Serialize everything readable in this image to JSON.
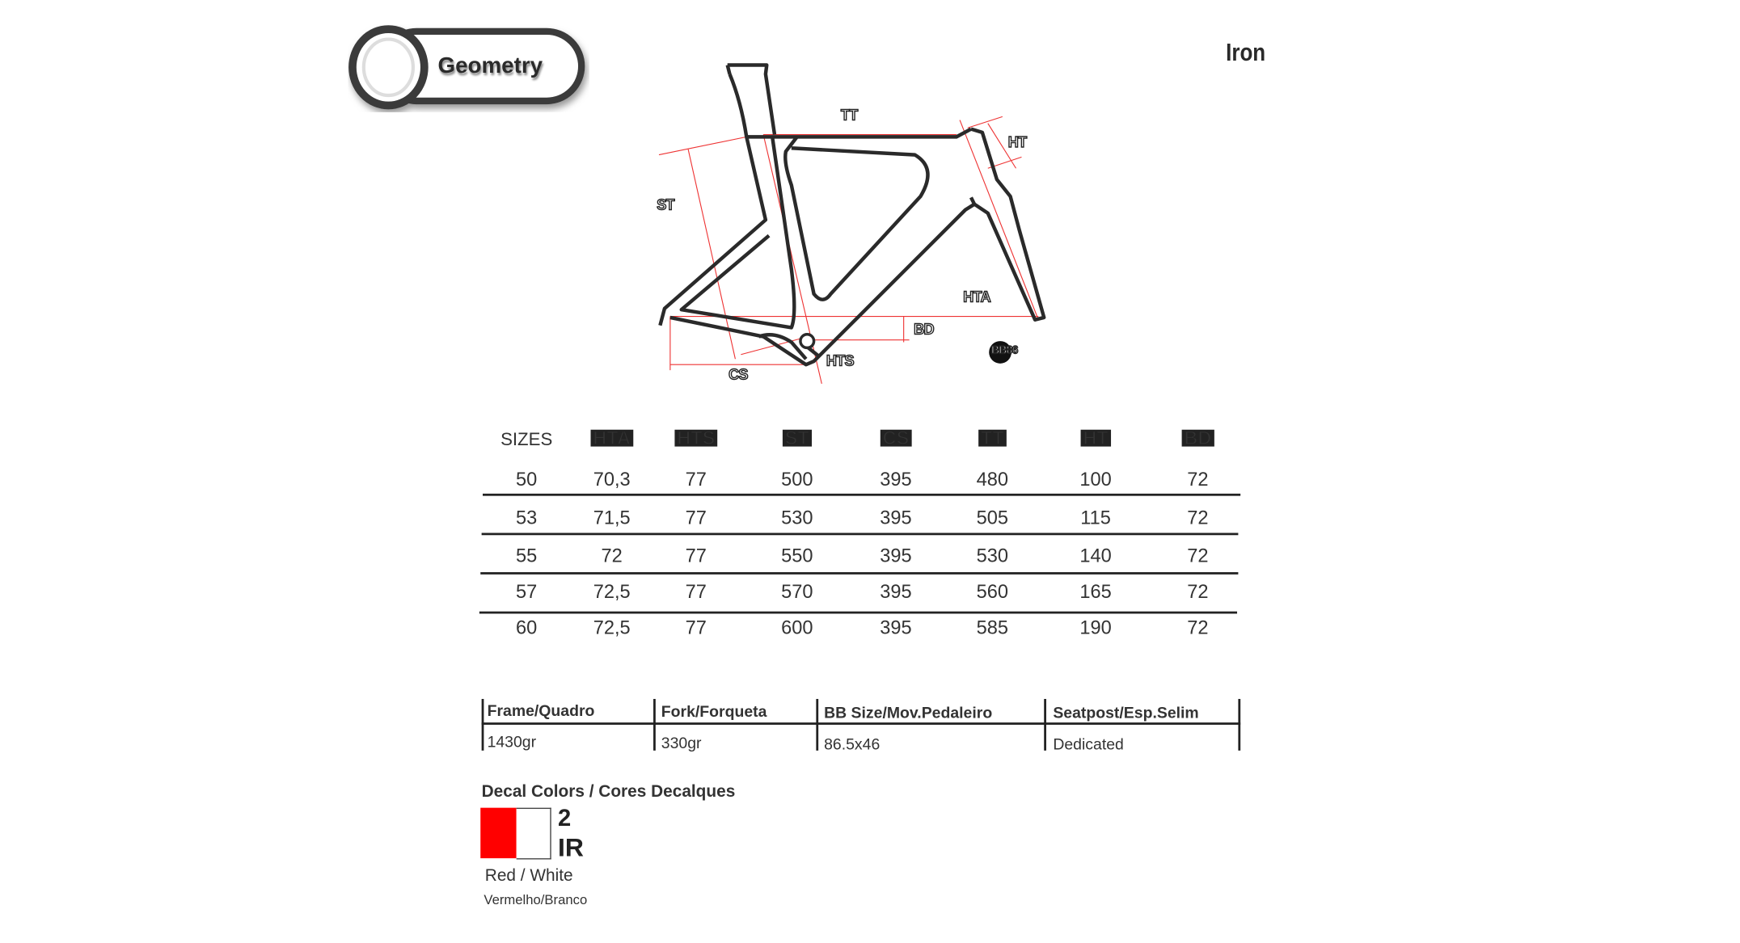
{
  "header": {
    "badge_title": "Geometry",
    "model": "Iron"
  },
  "diagram_labels": {
    "tt": "TT",
    "ht": "HT",
    "st": "ST",
    "hta": "HTA",
    "bd": "BD",
    "hts": "HTS",
    "cs": "CS",
    "bb": "BB86"
  },
  "geometry_table": {
    "columns": [
      "SIZES",
      "HTA",
      "HTS",
      "ST",
      "CS",
      "TT",
      "HT",
      "BD"
    ],
    "rows": [
      [
        "50",
        "70,3",
        "77",
        "500",
        "395",
        "480",
        "100",
        "72"
      ],
      [
        "53",
        "71,5",
        "77",
        "530",
        "395",
        "505",
        "115",
        "72"
      ],
      [
        "55",
        "72",
        "77",
        "550",
        "395",
        "530",
        "140",
        "72"
      ],
      [
        "57",
        "72,5",
        "77",
        "570",
        "395",
        "560",
        "165",
        "72"
      ],
      [
        "60",
        "72,5",
        "77",
        "600",
        "395",
        "585",
        "190",
        "72"
      ]
    ]
  },
  "specs": {
    "headers": [
      "Frame/Quadro",
      "Fork/Forqueta",
      "BB Size/Mov.Pedaleiro",
      "Seatpost/Esp.Selim"
    ],
    "values": [
      "1430gr",
      "330gr",
      "86.5x46",
      "Dedicated"
    ]
  },
  "decal": {
    "title": "Decal Colors / Cores Decalques",
    "number": "2",
    "code": "IR",
    "name_en": "Red / White",
    "name_pt": "Vermelho/Branco",
    "colors": [
      "#ff0000",
      "#ffffff"
    ]
  }
}
